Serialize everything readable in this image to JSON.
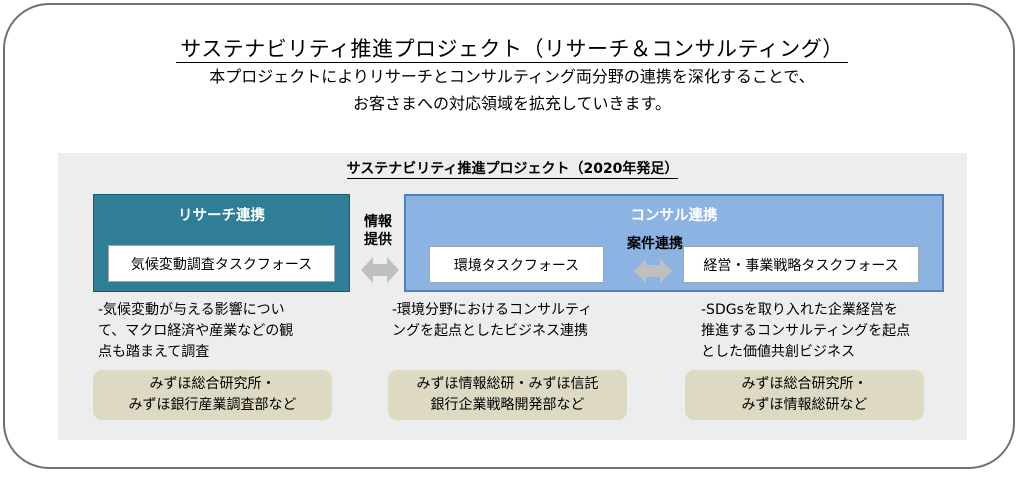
{
  "header": {
    "title": "サステナビリティ推進プロジェクト（リサーチ＆コンサルティング）",
    "subtitle_line1": "本プロジェクトによりリサーチとコンサルティング両分野の連携を深化することで、",
    "subtitle_line2": "お客さまへの対応領域を拡充していきます。"
  },
  "panel": {
    "title": "サステナビリティ推進プロジェクト（2020年発足）",
    "research": {
      "heading": "リサーチ連携",
      "task_force": "気候変動調査タスクフォース",
      "description": [
        "-気候変動が与える影響につい",
        "て、マクロ経済や産業などの観",
        "点も踏まえて調査"
      ],
      "orgs": [
        "みずほ総合研究所・",
        "みずほ銀行産業調査部など"
      ]
    },
    "info_label": [
      "情報",
      "提供"
    ],
    "consulting": {
      "heading": "コンサル連携",
      "collab_label": "案件連携",
      "env_task_force": "環境タスクフォース",
      "mgmt_task_force": "経営・事業戦略タスクフォース",
      "env_description": [
        "-環境分野におけるコンサルティ",
        "ングを起点としたビジネス連携"
      ],
      "env_orgs": [
        "みずほ情報総研・みずほ信託",
        "銀行企業戦略開発部など"
      ],
      "mgmt_description": [
        "-SDGsを取り入れた企業経営を",
        "推進するコンサルティングを起点",
        "とした価値共創ビジネス"
      ],
      "mgmt_orgs": [
        "みずほ総合研究所・",
        "みずほ情報総研など"
      ]
    }
  },
  "colors": {
    "research_box": "#2f7d96",
    "consult_box": "#8db3e2",
    "panel_bg": "#ededed",
    "org_bg": "#ddd9c3",
    "arrow": "#bfbfbf"
  },
  "icons": {
    "info_arrow": "double-arrow-icon",
    "collab_arrow": "double-arrow-icon"
  }
}
